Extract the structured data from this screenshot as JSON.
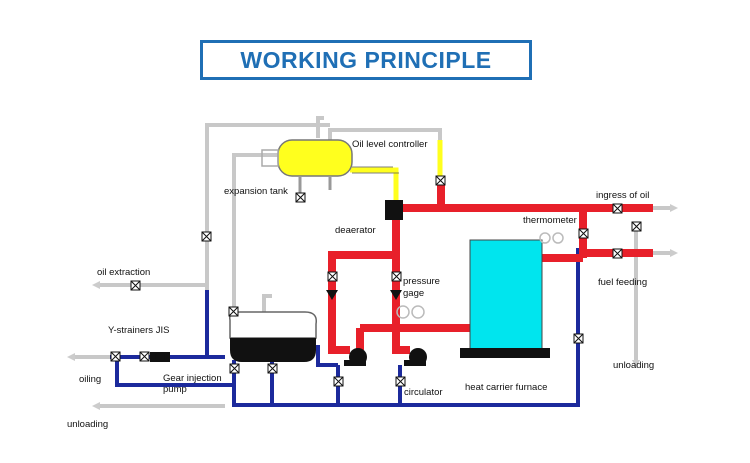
{
  "title": "WORKING PRINCIPLE",
  "labels": {
    "oil_level_controller": "Oil level controller",
    "expansion_tank": "expansion tank",
    "deaerator": "deaerator",
    "ingress_of_oil": "ingress of oil",
    "thermometer": "thermometer",
    "oil_extraction": "oil extraction",
    "pressure": "pressure",
    "gage": "gage",
    "fuel_feeding": "fuel feeding",
    "y_strainers": "Y-strainers JIS",
    "oiling": "oiling",
    "gear_injection": "Gear injection",
    "pump": "pump",
    "unloading_right": "unloading",
    "heat_carrier_furnace": "heat carrier furnace",
    "circulator": "circulator",
    "unloading_bottom": "unloading"
  },
  "colors": {
    "title_blue": "#1f6fb5",
    "hot_oil_red": "#e8202a",
    "cold_oil_blue": "#1c2a9c",
    "oil_yellow": "#ffff1e",
    "furnace_cyan": "#00e5ee",
    "vent_grey": "#c8c8c8"
  }
}
